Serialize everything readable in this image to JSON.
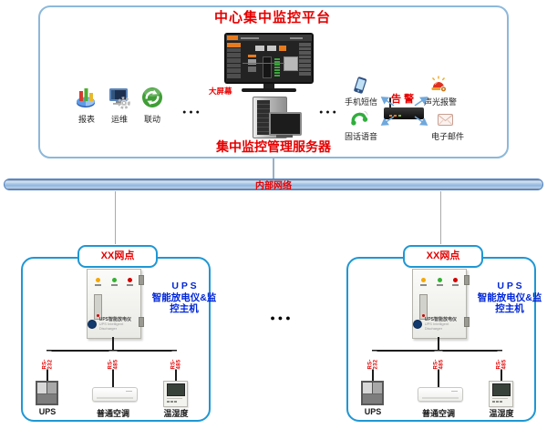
{
  "platform": {
    "title": "中心集中监控平台",
    "modules": [
      {
        "label": "报表"
      },
      {
        "label": "运维"
      },
      {
        "label": "联动"
      }
    ],
    "ellipsis": "●●●",
    "big_screen_label": "大屏幕",
    "server_label": "集中监控管理服务器",
    "alarm": {
      "title": "告警",
      "channels": [
        {
          "label": "手机短信"
        },
        {
          "label": "声光报警"
        },
        {
          "label": "固话语音"
        },
        {
          "label": "电子邮件"
        }
      ]
    }
  },
  "network_bar": {
    "label": "内部网络"
  },
  "middle_ellipsis": "●●●",
  "sites": [
    {
      "header": "XX网点",
      "host_label_lines": [
        "U P S",
        "智能放电仪&监",
        "控主机"
      ],
      "cabinet": {
        "title": "UPS智能放电仪",
        "subtitle": "UPS Intelligent Discharger"
      },
      "devices": [
        {
          "label": "UPS",
          "bus": "RS-232"
        },
        {
          "label": "普通空调",
          "bus": "RS-485"
        },
        {
          "label": "温湿度",
          "bus": "RS-485"
        }
      ]
    },
    {
      "header": "XX网点",
      "host_label_lines": [
        "U P S",
        "智能放电仪&监",
        "控主机"
      ],
      "cabinet": {
        "title": "UPS智能放电仪",
        "subtitle": "UPS Intelligent Discharger"
      },
      "devices": [
        {
          "label": "UPS",
          "bus": "RS-232"
        },
        {
          "label": "普通空调",
          "bus": "RS-485"
        },
        {
          "label": "温湿度",
          "bus": "RS-485"
        }
      ]
    }
  ],
  "colors": {
    "accent_red": "#e60000",
    "accent_blue": "#0026d8",
    "site_border_blue": "#1f97d4",
    "platform_border": "#8cb8da",
    "network_border": "#4f81bd",
    "arrow_blue": "#6fa8dc"
  }
}
